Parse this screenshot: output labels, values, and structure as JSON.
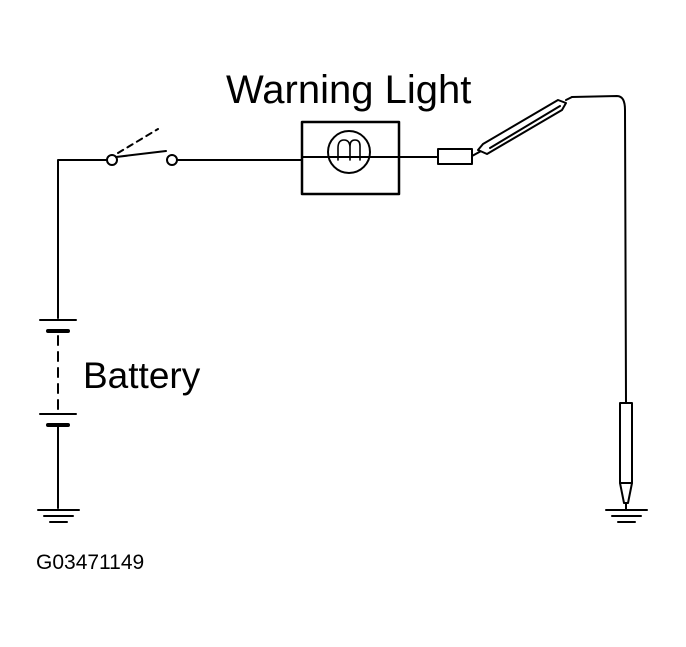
{
  "labels": {
    "warning_light": "Warning Light",
    "battery": "Battery",
    "figure_code": "G03471149"
  },
  "colors": {
    "line": "#000000",
    "background": "#ffffff"
  }
}
